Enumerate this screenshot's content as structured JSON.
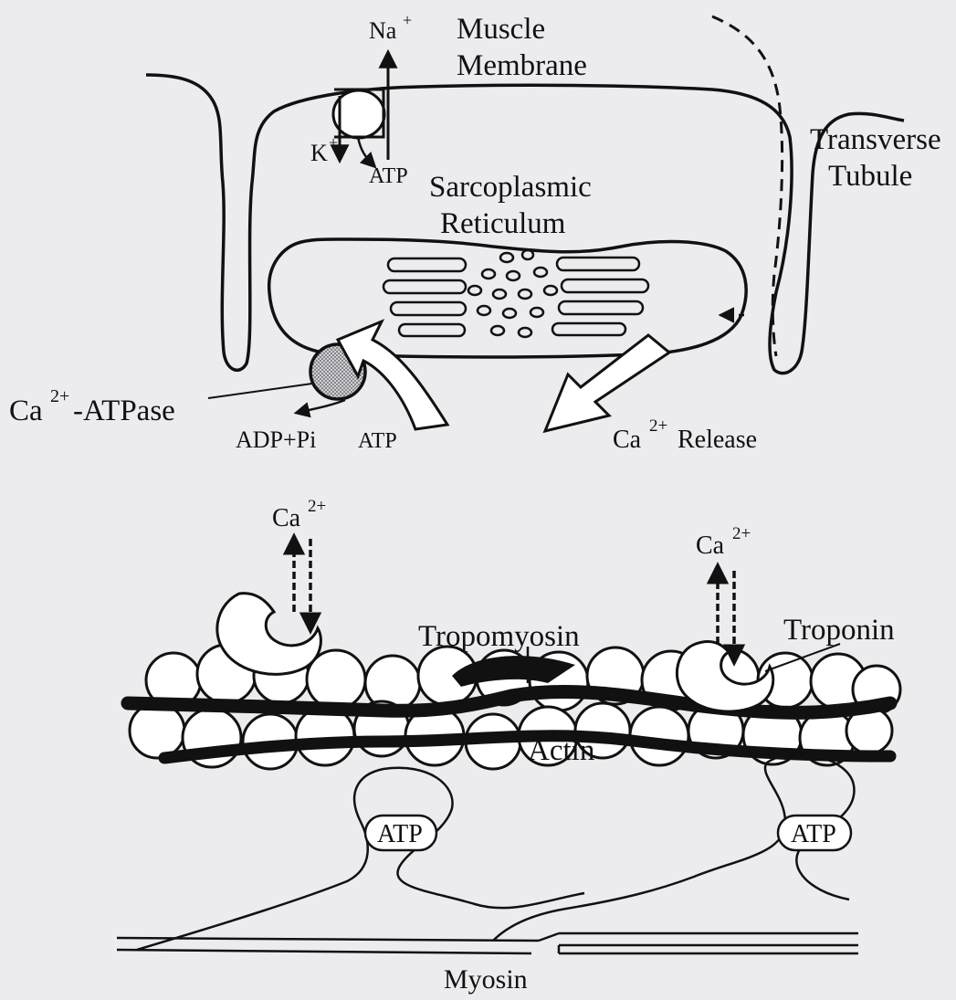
{
  "labels": {
    "muscle_membrane_1": "Muscle",
    "muscle_membrane_2": "Membrane",
    "na": "Na",
    "k": "K",
    "atp_pump": "ATP",
    "transverse_1": "Transverse",
    "transverse_2": "Tubule",
    "sr_1": "Sarcoplasmic",
    "sr_2": "Reticulum",
    "ca_atpase": "-ATPase",
    "ca_atpase_prefix": "Ca",
    "adp_pi": "ADP+Pi",
    "atp_atpase": "ATP",
    "ca_release_prefix": "Ca",
    "ca_release": "Release",
    "ca_left": "Ca",
    "ca_right": "Ca",
    "charge_2plus": "2+",
    "charge_plus": "+",
    "tropomyosin": "Tropomyosin",
    "troponin": "Troponin",
    "actin": "Actin",
    "atp_myosin_left": "ATP",
    "atp_myosin_right": "ATP",
    "myosin": "Myosin"
  },
  "colors": {
    "background": "#ececef",
    "ink": "#111111",
    "atpase_fill": "#b8b8c0",
    "actin_fill": "#ffffff"
  }
}
